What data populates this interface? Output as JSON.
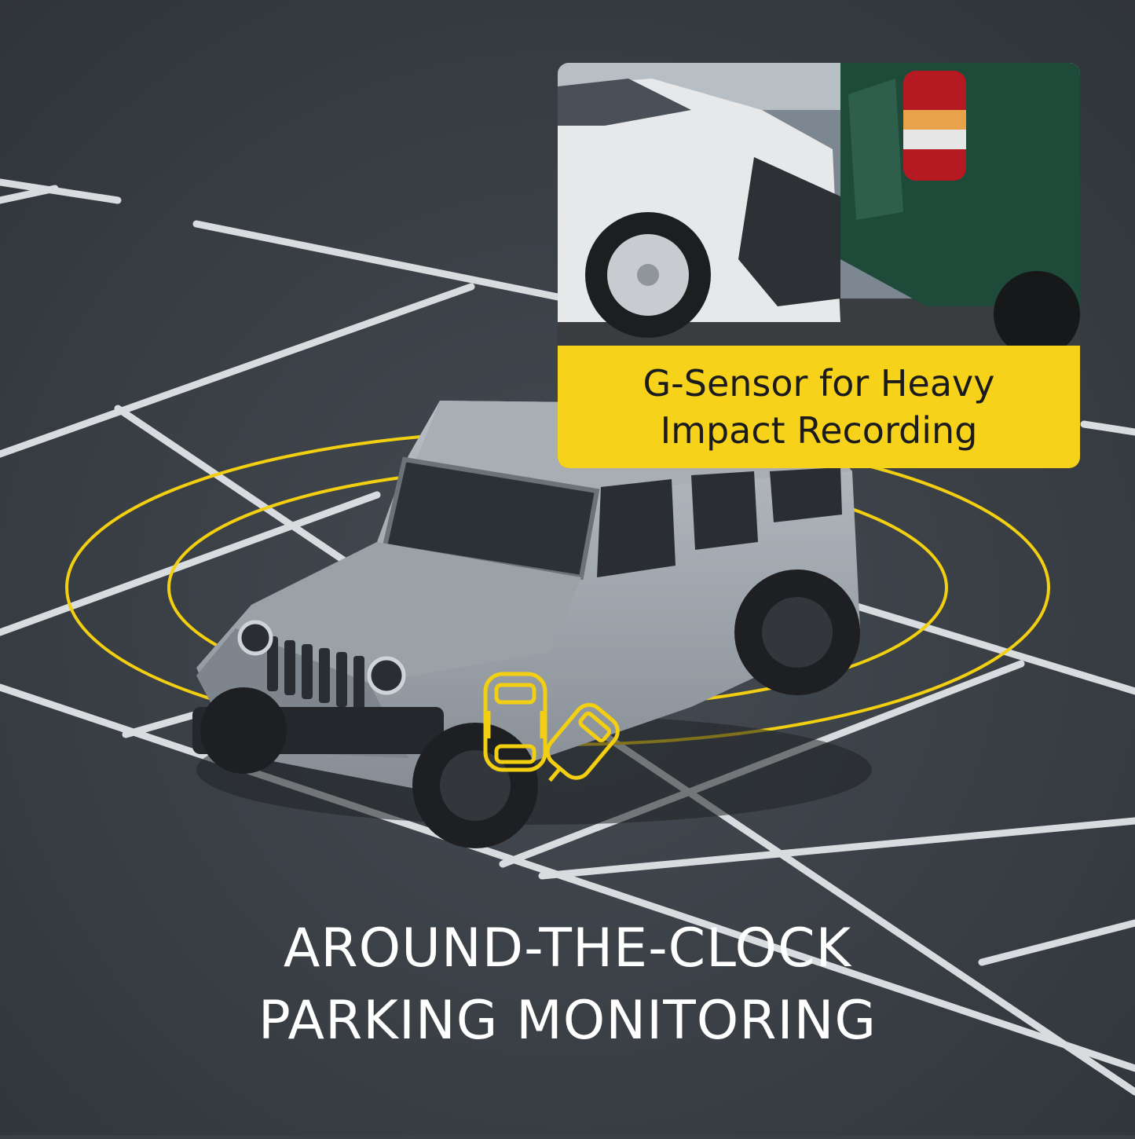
{
  "inset": {
    "caption_line1": "G-Sensor for Heavy",
    "caption_line2": "Impact Recording"
  },
  "headline": {
    "line1": "AROUND-THE-CLOCK",
    "line2": "PARKING MONITORING"
  },
  "colors": {
    "accent_yellow": "#f7d21b",
    "asphalt": "#3b4046",
    "headline_text": "#ffffff"
  },
  "icons": [
    "car-top-view-icon",
    "tilted-car-icon"
  ]
}
